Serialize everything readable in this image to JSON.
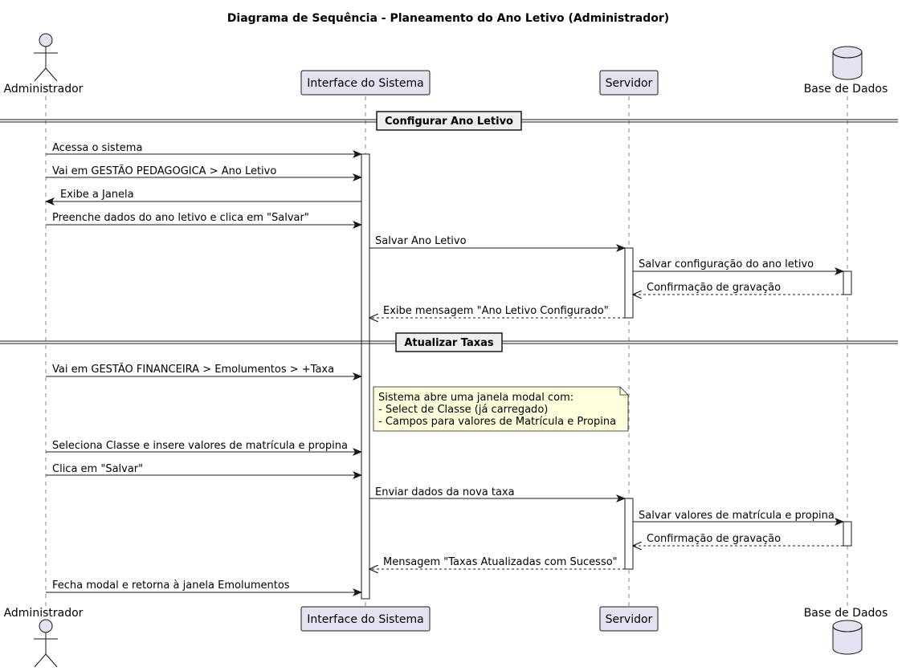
{
  "title": "Diagrama de Sequência - Planeamento do Ano Letivo (Administrador)",
  "participants": [
    {
      "id": "admin",
      "label": "Administrador",
      "kind": "actor-icon"
    },
    {
      "id": "ui",
      "label": "Interface do Sistema",
      "kind": "participant-box"
    },
    {
      "id": "server",
      "label": "Servidor",
      "kind": "participant-box"
    },
    {
      "id": "db",
      "label": "Base de Dados",
      "kind": "database-icon"
    }
  ],
  "dividers": [
    {
      "label": "Configurar Ano Letivo"
    },
    {
      "label": "Atualizar Taxas"
    }
  ],
  "messages": [
    {
      "from": "admin",
      "to": "ui",
      "label": "Acessa o sistema",
      "style": "solid"
    },
    {
      "from": "admin",
      "to": "ui",
      "label": "Vai em GESTÃO PEDAGOGICA > Ano Letivo",
      "style": "solid"
    },
    {
      "from": "ui",
      "to": "admin",
      "label": "Exibe a Janela",
      "style": "solid"
    },
    {
      "from": "admin",
      "to": "ui",
      "label": "Preenche dados do ano letivo e clica em \"Salvar\"",
      "style": "solid"
    },
    {
      "from": "ui",
      "to": "server",
      "label": "Salvar Ano Letivo",
      "style": "solid"
    },
    {
      "from": "server",
      "to": "db",
      "label": "Salvar configuração do ano letivo",
      "style": "solid"
    },
    {
      "from": "db",
      "to": "server",
      "label": "Confirmação de gravação",
      "style": "dashed"
    },
    {
      "from": "server",
      "to": "ui",
      "label": "Exibe mensagem \"Ano Letivo Configurado\"",
      "style": "dashed"
    },
    {
      "from": "admin",
      "to": "ui",
      "label": "Vai em GESTÃO FINANCEIRA > Emolumentos > +Taxa",
      "style": "solid"
    },
    {
      "from": "admin",
      "to": "ui",
      "label": "Seleciona Classe e insere valores de matrícula e propina",
      "style": "solid"
    },
    {
      "from": "admin",
      "to": "ui",
      "label": "Clica em \"Salvar\"",
      "style": "solid"
    },
    {
      "from": "ui",
      "to": "server",
      "label": "Enviar dados da nova taxa",
      "style": "solid"
    },
    {
      "from": "server",
      "to": "db",
      "label": "Salvar valores de matrícula e propina",
      "style": "solid"
    },
    {
      "from": "db",
      "to": "server",
      "label": "Confirmação de gravação",
      "style": "dashed"
    },
    {
      "from": "server",
      "to": "ui",
      "label": "Mensagem \"Taxas Atualizadas com Sucesso\"",
      "style": "dashed"
    },
    {
      "from": "admin",
      "to": "ui",
      "label": "Fecha modal e retorna à janela Emolumentos",
      "style": "solid"
    }
  ],
  "note": {
    "lines": [
      "Sistema abre uma janela modal com:",
      "- Select de Classe (já carregado)",
      "- Campos para valores de Matrícula e Propina"
    ]
  },
  "colors": {
    "participant_fill": "#E2E2F0",
    "participant_border": "#181818",
    "note_fill": "#FEFFDD",
    "line": "#181818",
    "lifeline": "#888888"
  }
}
